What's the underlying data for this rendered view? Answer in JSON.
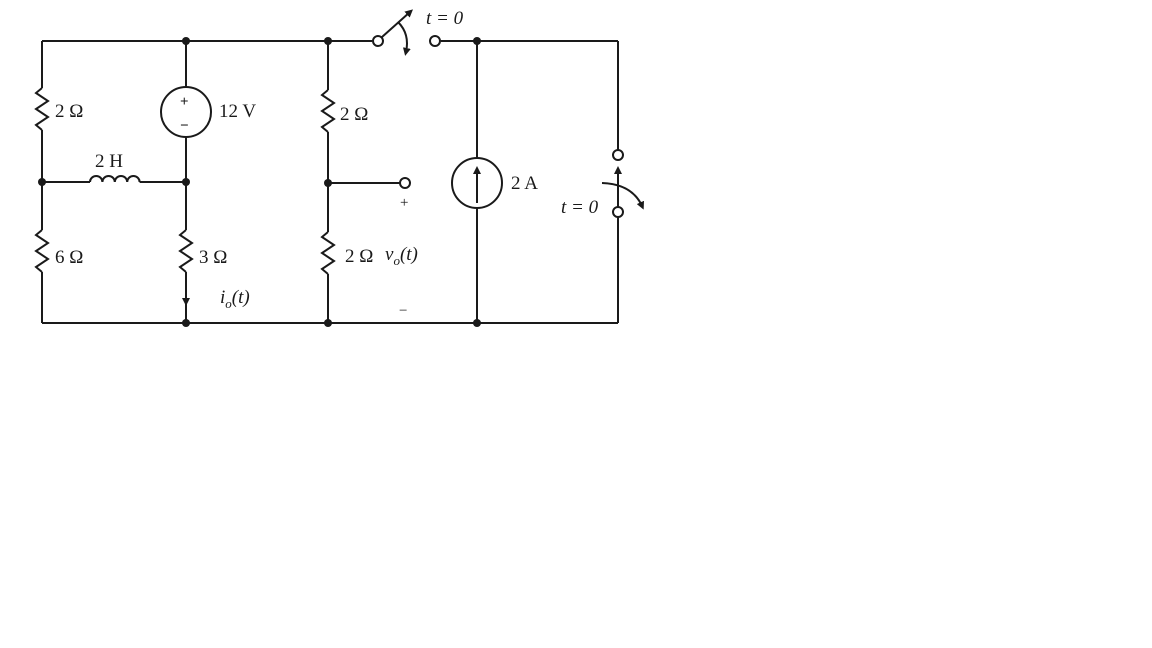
{
  "colors": {
    "ink": "#1a1a1a",
    "background": "#ffffff"
  },
  "labels": {
    "r_top_left": "2 Ω",
    "r_bottom_left": "6 Ω",
    "inductor": "2 H",
    "source_voltage": "12 V",
    "r_mid": "3 Ω",
    "r_top_right": "2 Ω",
    "r_bottom_right": "2 Ω",
    "current_source": "2 A",
    "switch_top_time": "t = 0",
    "switch_right_time": "t = 0",
    "plus_sign": "+",
    "minus_sign": "−",
    "source_plus": "+",
    "source_minus": "−"
  },
  "output_voltage": {
    "symbol": "v",
    "subscript": "o",
    "arg": "(t)"
  },
  "output_current": {
    "symbol": "i",
    "subscript": "o",
    "arg": "(t)"
  }
}
